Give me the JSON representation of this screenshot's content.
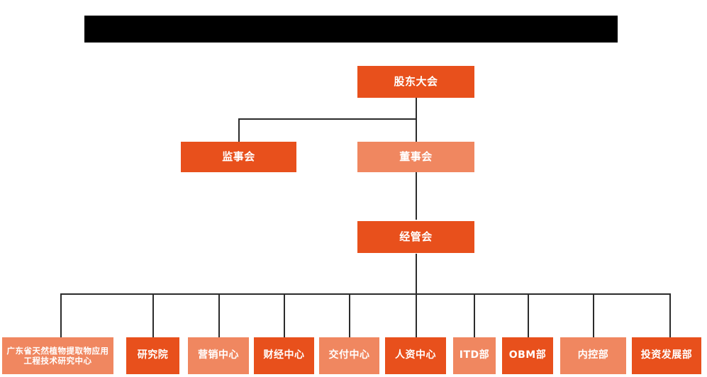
{
  "title_bar": {
    "label": "",
    "redacted": true,
    "color": "#000000"
  },
  "colors": {
    "dark_orange": "#E8501C",
    "light_salmon": "#F08760",
    "line": "#2b2b2b",
    "text": "#ffffff",
    "background": "#ffffff"
  },
  "chart_data": {
    "type": "org-chart",
    "title": "",
    "levels": [
      {
        "level": 1,
        "nodes": [
          "股东大会"
        ]
      },
      {
        "level": 2,
        "nodes": [
          "监事会",
          "董事会"
        ]
      },
      {
        "level": 3,
        "nodes": [
          "经管会"
        ]
      },
      {
        "level": 4,
        "nodes": [
          "广东省天然植物提取物应用工程技术研究中心",
          "研究院",
          "营销中心",
          "财经中心",
          "交付中心",
          "人资中心",
          "ITD部",
          "OBM部",
          "内控部",
          "投资发展部"
        ]
      }
    ]
  },
  "nodes": {
    "shareholders_meeting": {
      "label": "股东大会",
      "style": "dark"
    },
    "board_of_supervisors": {
      "label": "监事会",
      "style": "dark"
    },
    "board_of_directors": {
      "label": "董事会",
      "style": "light"
    },
    "management_committee": {
      "label": "经管会",
      "style": "dark"
    },
    "research_center": {
      "label": "广东省天然植物提取物应用工程技术研究中心",
      "style": "light"
    },
    "research_institute": {
      "label": "研究院",
      "style": "dark"
    },
    "marketing_center": {
      "label": "营销中心",
      "style": "light"
    },
    "finance_center": {
      "label": "财经中心",
      "style": "dark"
    },
    "delivery_center": {
      "label": "交付中心",
      "style": "light"
    },
    "hr_center": {
      "label": "人资中心",
      "style": "dark"
    },
    "itd_department": {
      "label": "ITD部",
      "style": "light"
    },
    "obm_department": {
      "label": "OBM部",
      "style": "dark"
    },
    "internal_control": {
      "label": "内控部",
      "style": "light"
    },
    "investment_dev": {
      "label": "投资发展部",
      "style": "dark"
    }
  }
}
